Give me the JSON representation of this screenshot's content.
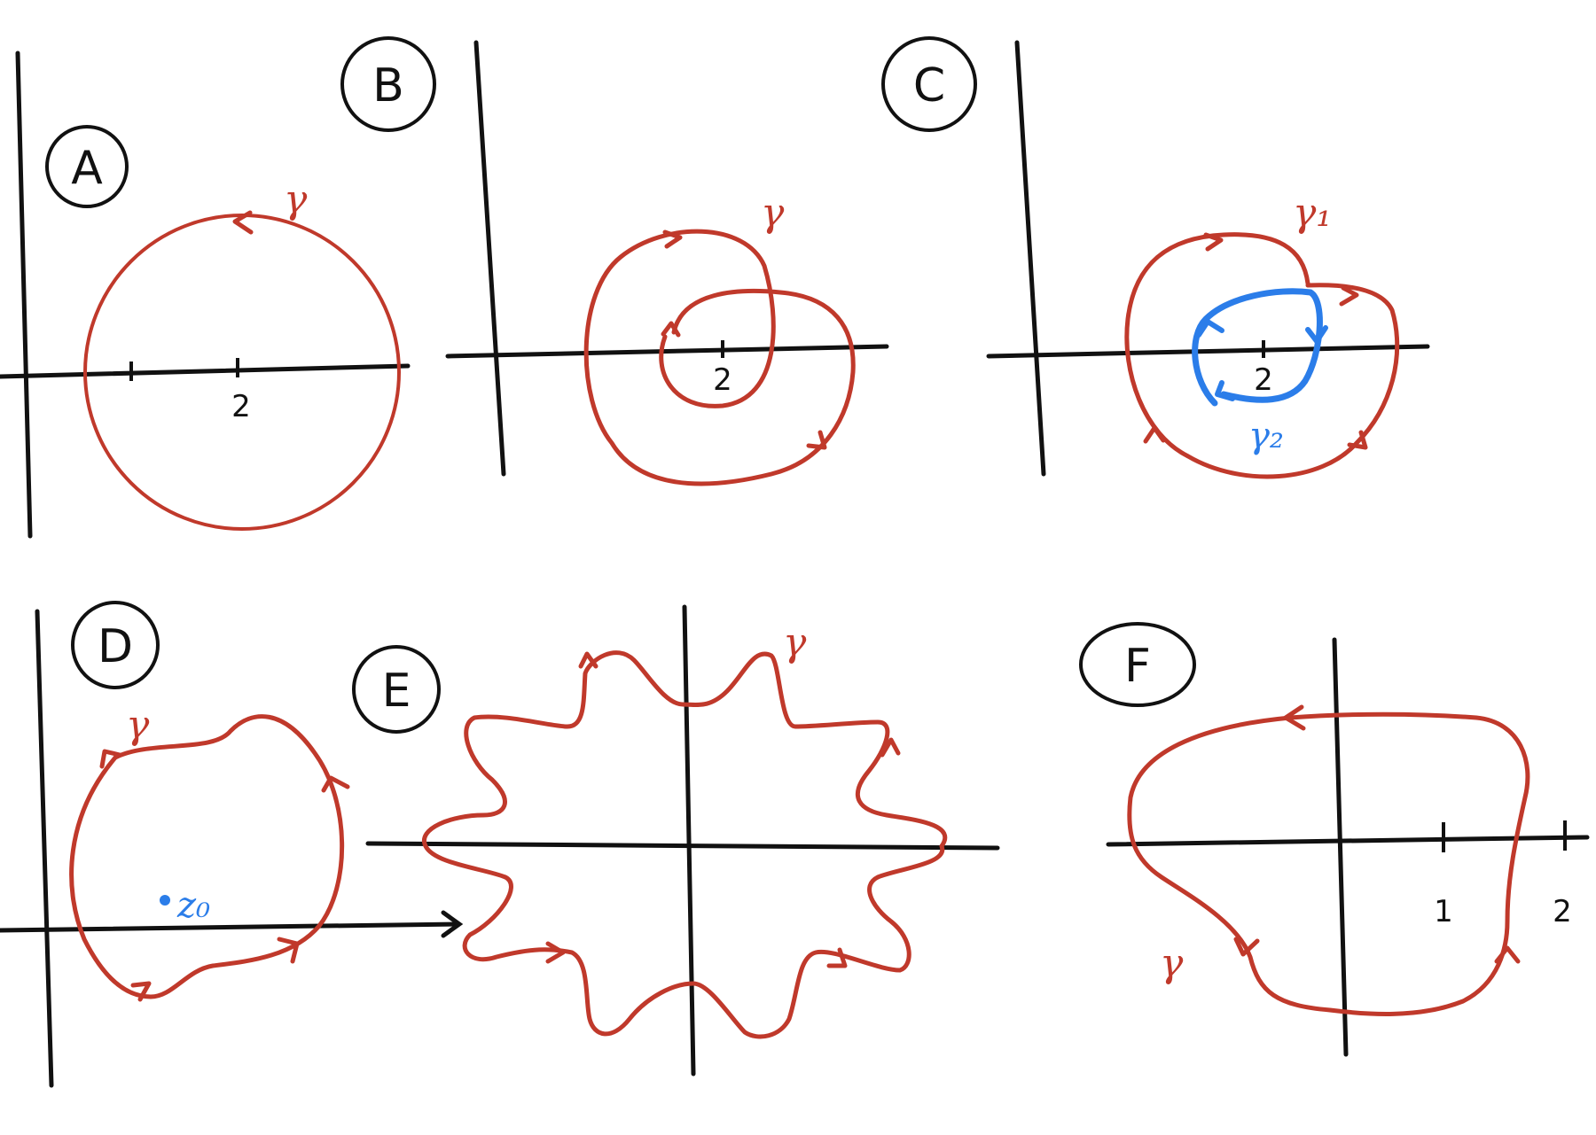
{
  "panels": {
    "A": {
      "label": "A",
      "curve_label": "γ",
      "tick_label": "2"
    },
    "B": {
      "label": "B",
      "curve_label": "γ",
      "tick_label": "2"
    },
    "C": {
      "label": "C",
      "curve1_label": "γ₁",
      "curve2_label": "γ₂",
      "tick_label": "2"
    },
    "D": {
      "label": "D",
      "curve_label": "γ",
      "point_label": "z₀"
    },
    "E": {
      "label": "E",
      "curve_label": "γ"
    },
    "F": {
      "label": "F",
      "curve_label": "γ",
      "tick1_label": "1",
      "tick2_label": "2"
    }
  },
  "colors": {
    "curve": "#c0392b",
    "inner_curve": "#2b7de9",
    "axes": "#111111"
  }
}
